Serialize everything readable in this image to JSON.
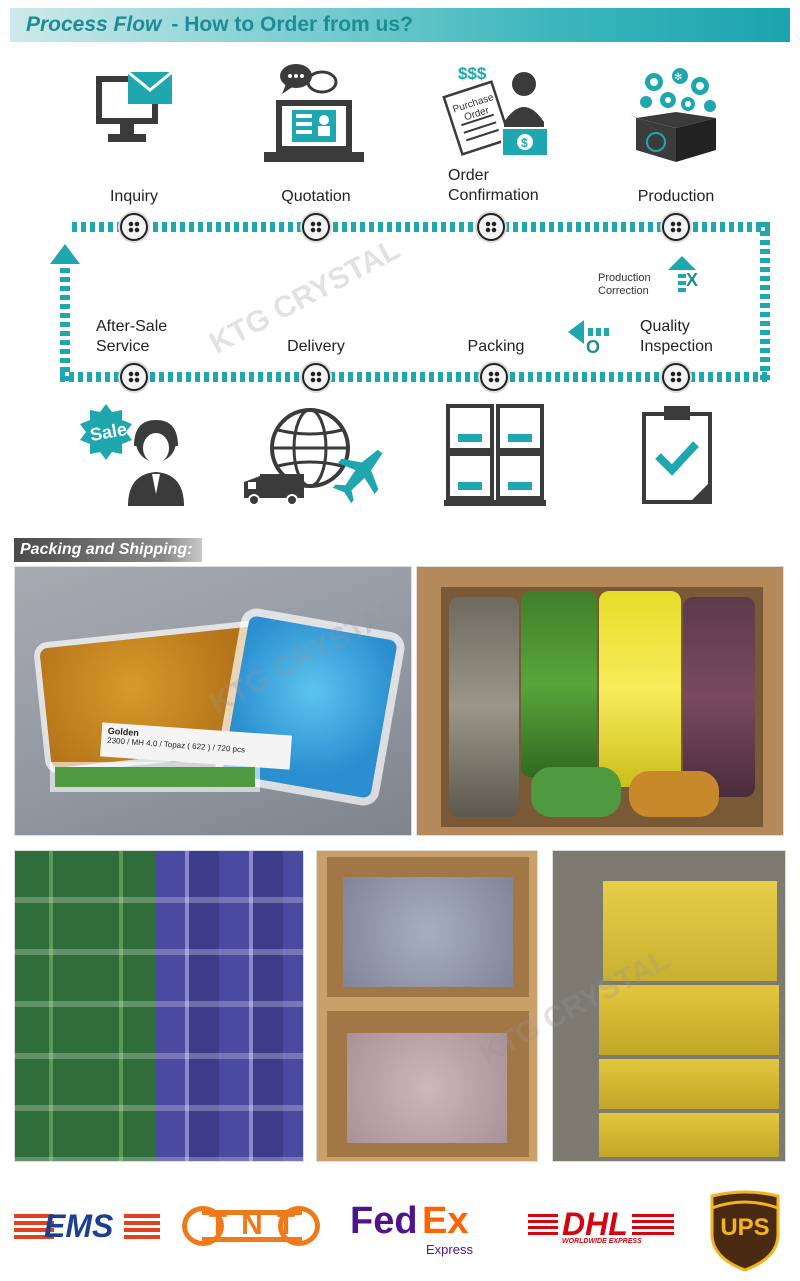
{
  "header": {
    "title_italic": "Process Flow",
    "title_rest": "- How to Order from us?"
  },
  "flow": {
    "top_steps": [
      {
        "label": "Inquiry",
        "icon": "computer-mail-icon"
      },
      {
        "label": "Quotation",
        "icon": "laptop-chat-icon"
      },
      {
        "label_line1": "Order",
        "label_line2": "Confirmation",
        "icon": "purchase-order-icon",
        "money_text": "$$$",
        "doc_line1": "Purchase",
        "doc_line2": "Order"
      },
      {
        "label": "Production",
        "icon": "production-box-icon"
      }
    ],
    "bottom_steps": [
      {
        "label_line1": "After-Sale",
        "label_line2": "Service",
        "icon": "sale-agent-icon",
        "badge": "Sale"
      },
      {
        "label": "Delivery",
        "icon": "delivery-globe-icon"
      },
      {
        "label": "Packing",
        "icon": "packing-boxes-icon"
      },
      {
        "label_line1": "Quality",
        "label_line2": "Inspection",
        "icon": "clipboard-check-icon"
      }
    ],
    "correction": {
      "line1": "Production",
      "line2": "Correction",
      "mark_x": "X",
      "mark_o": "O"
    },
    "watermark": "KTG CRYSTAL",
    "accent": "#1fa7b0"
  },
  "packing": {
    "title": "Packing and Shipping:",
    "bag_label_title": "Golden",
    "bag_label_detail": "2300 / MH 4.0 / Topaz ( 622 ) / 720 pcs",
    "watermark": "KTG CRYSTAL"
  },
  "carriers": {
    "ems": "EMS",
    "tnt": "TNT",
    "fedex_fed": "Fed",
    "fedex_ex": "Ex",
    "fedex_sub": "Express",
    "dhl": "DHL",
    "dhl_sub": "WORLDWIDE EXPRESS",
    "ups": "UPS"
  }
}
